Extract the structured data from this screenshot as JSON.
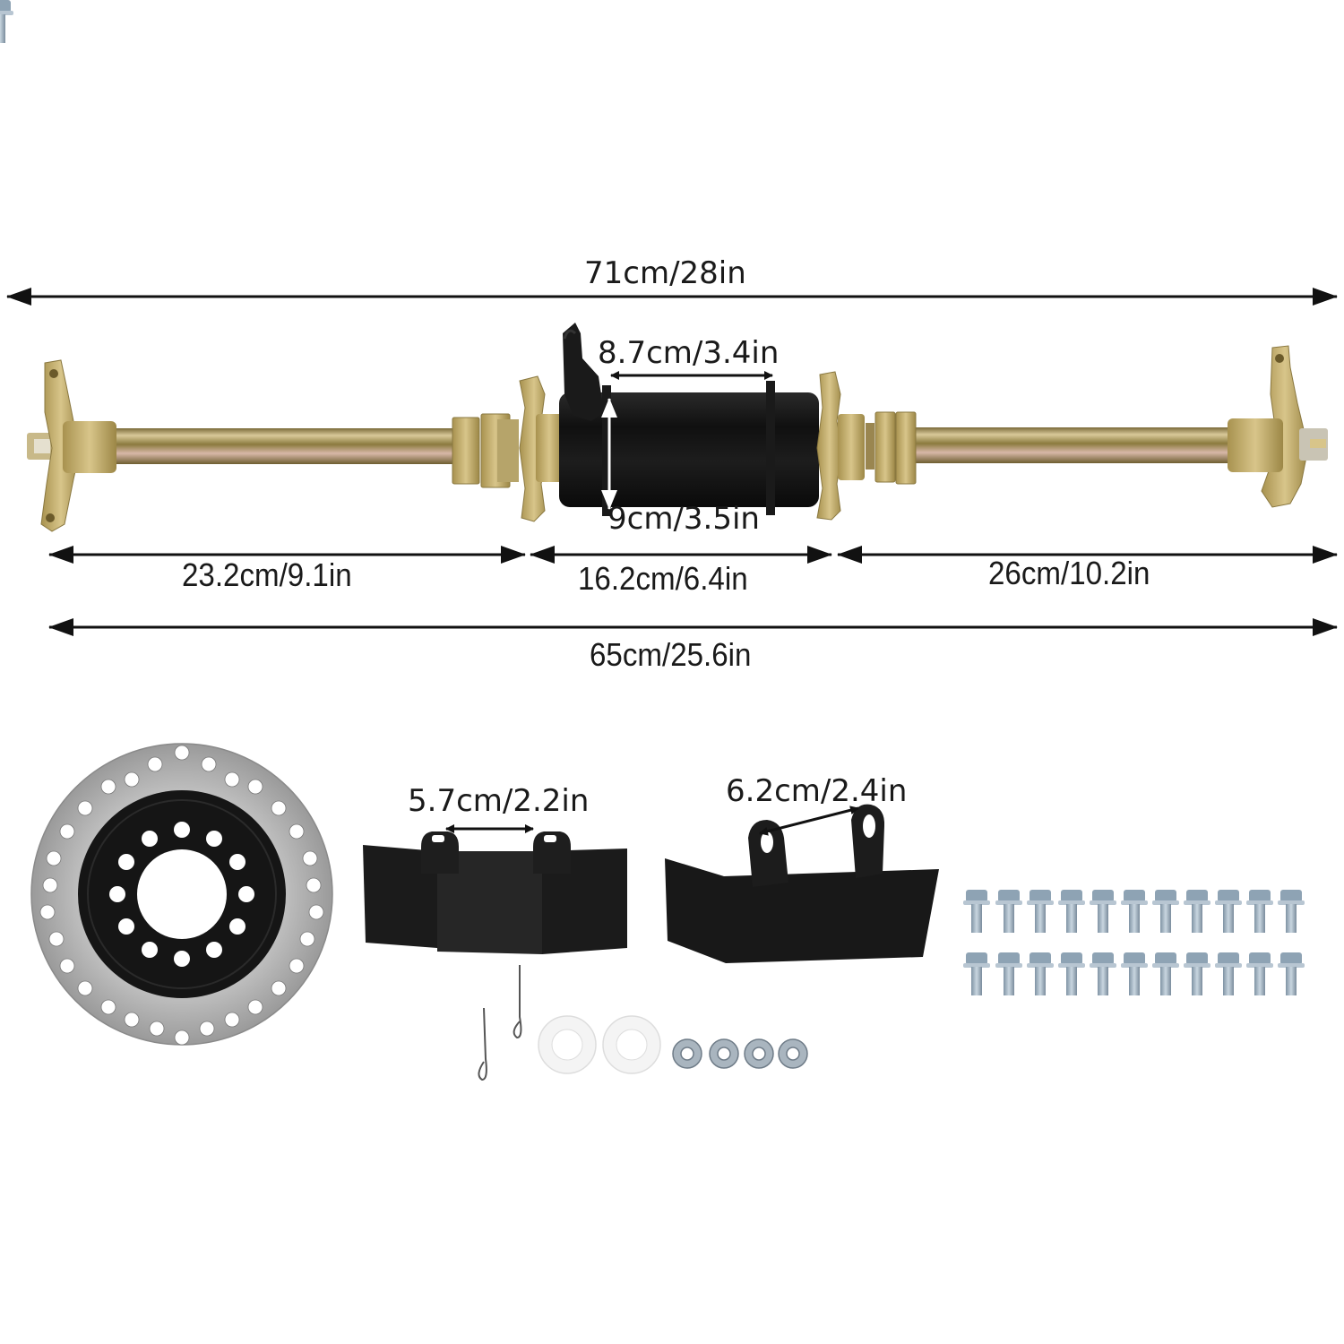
{
  "product": {
    "description": "Rear axle kit with brake disc, caliper brackets, cotter pins, washers, nuts and bolts",
    "colors": {
      "background": "#ffffff",
      "axle_gold": "#c9b06a",
      "bearing_housing_black": "#141414",
      "disc_silver": "#b9b9b9",
      "bracket_black": "#1c1c1c",
      "bolt_zinc": "#9fb2c2",
      "dimension_line": "#111111"
    }
  },
  "dimensions": {
    "overall_length": "71cm/28in",
    "housing_length": "8.7cm/3.4in",
    "housing_diameter": "9cm/3.5in",
    "left_shaft": "23.2cm/9.1in",
    "center_section": "16.2cm/6.4in",
    "right_shaft": "26cm/10.2in",
    "hub_to_hub": "65cm/25.6in",
    "bracket1_hole_spacing": "5.7cm/2.2in",
    "bracket2_hole_spacing": "6.2cm/2.4in"
  },
  "accessories": {
    "brake_disc_count": 1,
    "disc_outer_holes": 36,
    "disc_inner_holes": 12,
    "caliper_brackets": 2,
    "cotter_pins": 2,
    "washers": 2,
    "nuts": 4,
    "bolts_rows": 2,
    "bolts_per_row": 11,
    "bolts_total": 22
  }
}
